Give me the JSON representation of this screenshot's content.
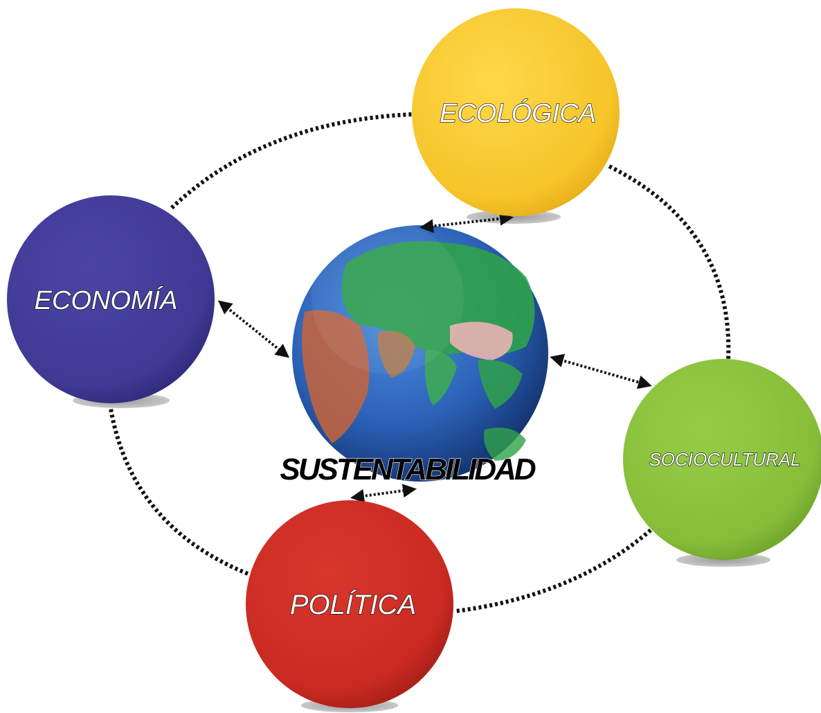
{
  "center": {
    "label": "SUSTENTABILIDAD",
    "icon": "globe-icon"
  },
  "nodes": {
    "ecologica": {
      "label": "ECOLÓGICA",
      "color": "#F5C52A"
    },
    "economia": {
      "label": "ECONOMÍA",
      "color": "#3F3A94"
    },
    "sociocultural": {
      "label": "SOCIOCULTURAL",
      "color": "#86BE3A"
    },
    "politica": {
      "label": "POLÍTICA",
      "color": "#C92A22"
    }
  }
}
